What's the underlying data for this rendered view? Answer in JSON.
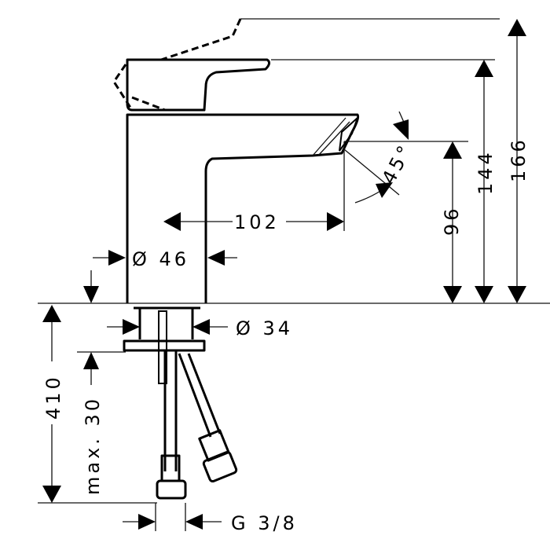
{
  "dimensions": {
    "spout_reach": "102",
    "spout_height": "96",
    "handle_height": "144",
    "overall_height": "166",
    "spout_angle": "45°",
    "body_diameter": "Ø 46",
    "shank_diameter": "Ø 34",
    "hose_length": "410",
    "max_deck_thickness": "max. 30",
    "connection_thread": "G 3/8"
  },
  "colors": {
    "line": "#000000",
    "background": "#ffffff"
  }
}
